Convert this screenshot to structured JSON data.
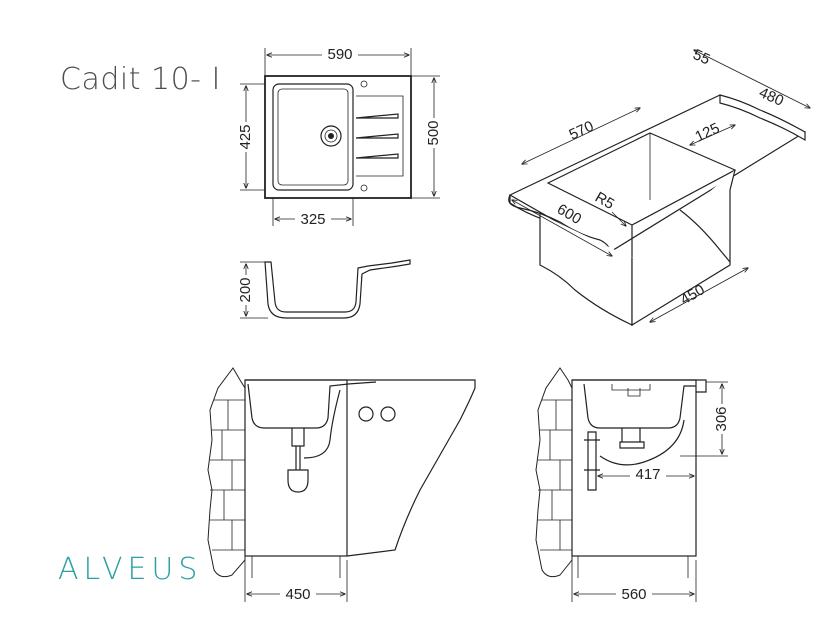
{
  "title": "Cadit 10- I",
  "brand": "ALVEUS",
  "colors": {
    "brand": "#2aa0a4",
    "line": "#222222",
    "text": "#4d4d4d"
  },
  "top_view": {
    "width": "590",
    "height_outer": "500",
    "height_bowl": "425",
    "bowl_width": "325"
  },
  "section_view": {
    "depth": "200"
  },
  "isometric": {
    "rim": "55",
    "depth_total": "480",
    "length_cut": "570",
    "drain_offset": "125",
    "radius": "R5",
    "length_outer": "600",
    "cabinet_depth": "450"
  },
  "front_install": {
    "cabinet_width": "450"
  },
  "side_install": {
    "height": "306",
    "drain_distance": "417",
    "cabinet_depth": "560"
  }
}
